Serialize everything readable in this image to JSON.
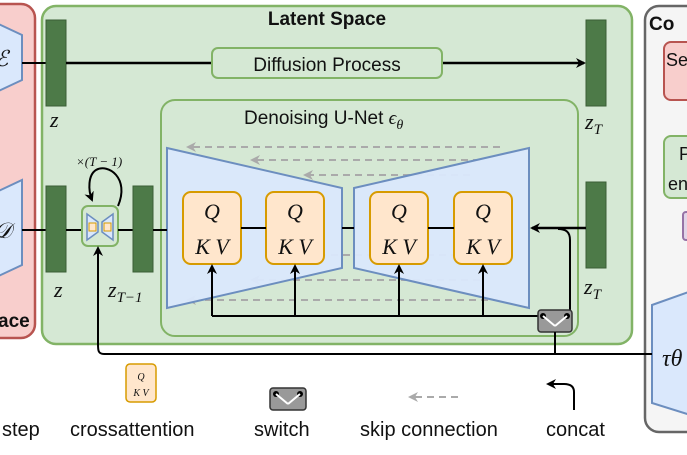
{
  "latent_space": {
    "title": "Latent Space"
  },
  "diffusion": {
    "label": "Diffusion Process"
  },
  "unet": {
    "title": "Denoising U-Net ϵθ"
  },
  "pixel_space": {
    "label_fragment": "ace"
  },
  "conditioning": {
    "label_fragment": "Co",
    "semantic_fragment": "Se",
    "text_fragment_1": "P",
    "text_fragment_2": "en"
  },
  "encoder": {
    "symbol": "ℰ"
  },
  "decoder": {
    "symbol": "𝒟"
  },
  "vars": {
    "z_top": "z",
    "z_bottom": "z",
    "zT_top": "zT",
    "zT_bottom": "zT",
    "z_tminus1": "zT−1",
    "repeat": "×(T − 1)",
    "tau": "τθ"
  },
  "attention_block": {
    "q": "Q",
    "kv": "K V"
  },
  "legend": {
    "step": "step",
    "crossattention": "crossattention",
    "switch": "switch",
    "skip": "skip connection",
    "concat": "concat",
    "mini_q": "Q",
    "mini_kv": "K V"
  },
  "colors": {
    "latent_bg": "#d5e8d4",
    "latent_border": "#82b366",
    "pixel_bg": "#f8cecc",
    "pixel_border": "#b85450",
    "unet_trapezoid": "#dae8fc",
    "unet_trapezoid_border": "#6c8ebf",
    "attention_bg": "#ffe6cc",
    "attention_border": "#d79b00",
    "latent_bar": "#4d7a48",
    "skip_arrow": "#aaaaaa"
  }
}
